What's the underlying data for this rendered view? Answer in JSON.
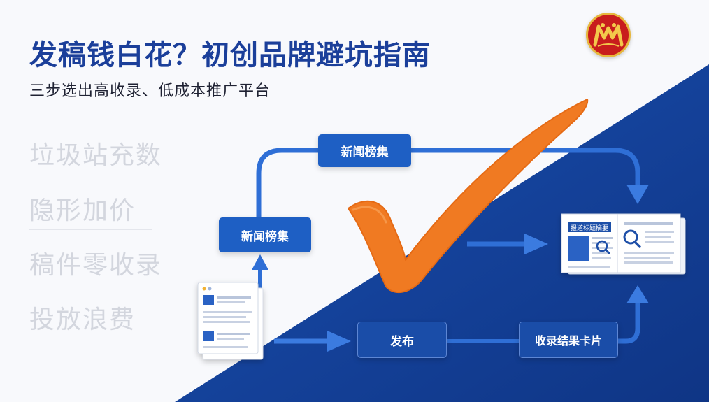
{
  "header": {
    "title": "发稿钱白花？初创品牌避坑指南",
    "subtitle": "三步选出高收录、低成本推广平台"
  },
  "pitfalls": [
    "垃圾站充数",
    "隐形加价",
    "稿件零收录",
    "投放浪费"
  ],
  "flow": {
    "box_top": "新闻榜集",
    "box_left": "新闻榜集",
    "box_publish": "发布",
    "box_result": "收录结果卡片",
    "doc_heading": "报道标题摘要"
  },
  "colors": {
    "title": "#1b3f9a",
    "navy": "#123e96",
    "box": "#1e5fc4",
    "check": "#f07a22",
    "arrow": "#2f6fd6"
  },
  "icons": [
    "document-icon",
    "newspaper-icon",
    "search-icon",
    "checkmark-icon",
    "logo-icon",
    "arrow-icon"
  ]
}
